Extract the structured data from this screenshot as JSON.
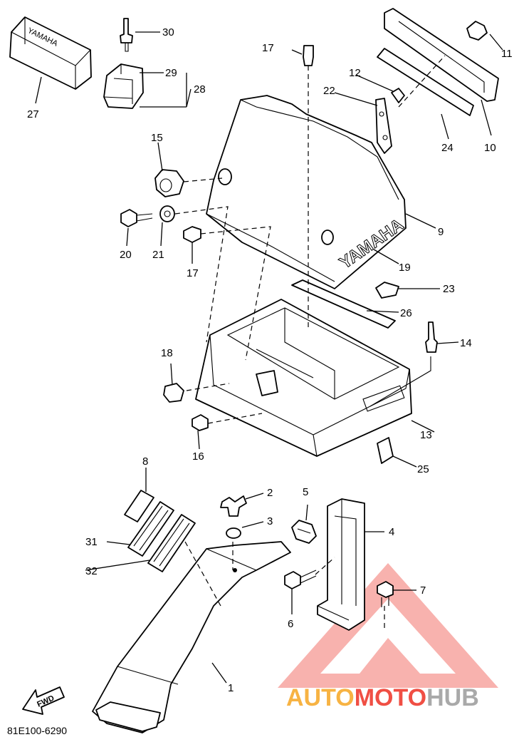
{
  "callouts": [
    {
      "id": "c1",
      "text": "1"
    },
    {
      "id": "c2",
      "text": "2"
    },
    {
      "id": "c3",
      "text": "3"
    },
    {
      "id": "c4",
      "text": "4"
    },
    {
      "id": "c5",
      "text": "5"
    },
    {
      "id": "c6",
      "text": "6"
    },
    {
      "id": "c7",
      "text": "7"
    },
    {
      "id": "c8",
      "text": "8"
    },
    {
      "id": "c9",
      "text": "9"
    },
    {
      "id": "c10",
      "text": "10"
    },
    {
      "id": "c11",
      "text": "11"
    },
    {
      "id": "c12",
      "text": "12"
    },
    {
      "id": "c13",
      "text": "13"
    },
    {
      "id": "c14",
      "text": "14"
    },
    {
      "id": "c15",
      "text": "15"
    },
    {
      "id": "c16",
      "text": "16"
    },
    {
      "id": "c17a",
      "text": "17"
    },
    {
      "id": "c17b",
      "text": "17"
    },
    {
      "id": "c18",
      "text": "18"
    },
    {
      "id": "c19",
      "text": "19"
    },
    {
      "id": "c20",
      "text": "20"
    },
    {
      "id": "c21",
      "text": "21"
    },
    {
      "id": "c22",
      "text": "22"
    },
    {
      "id": "c23",
      "text": "23"
    },
    {
      "id": "c24",
      "text": "24"
    },
    {
      "id": "c25",
      "text": "25"
    },
    {
      "id": "c26",
      "text": "26"
    },
    {
      "id": "c27",
      "text": "27"
    },
    {
      "id": "c28",
      "text": "28"
    },
    {
      "id": "c29",
      "text": "29"
    },
    {
      "id": "c30",
      "text": "30"
    },
    {
      "id": "c31",
      "text": "31"
    },
    {
      "id": "c32",
      "text": "32"
    }
  ],
  "brand_text_box": "YAMAHA",
  "brand_text_cover": "YAMAHA",
  "fwd_arrow": "FWD",
  "diagram_code": "81E100-6290",
  "watermark": {
    "auto": "AUTO",
    "moto": "MOTO",
    "hub": "HUB"
  },
  "colors": {
    "watermark_red": "#ee3124",
    "watermark_orange": "#f6a623",
    "watermark_gray": "#9b9b9b",
    "watermark_tri": "#f7a5a0"
  }
}
